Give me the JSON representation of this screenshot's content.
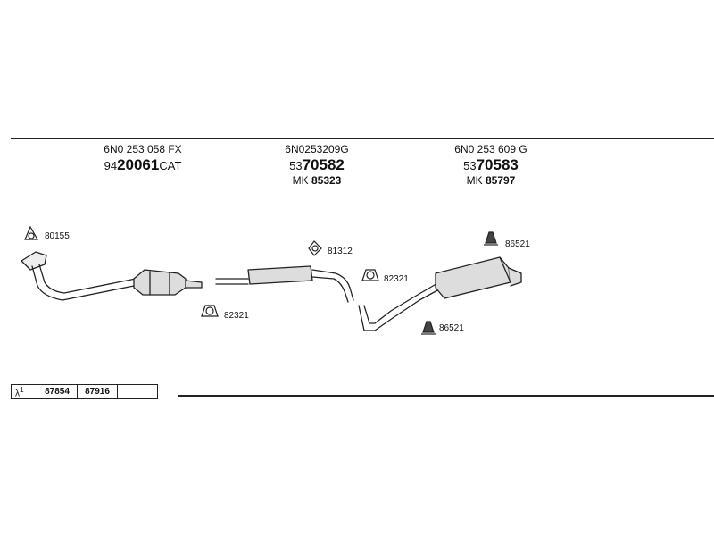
{
  "headers": [
    {
      "oe": "6N0 253 058 FX",
      "art_prefix": "94",
      "art_main": "20061",
      "art_suffix": "CAT",
      "mk_label": "",
      "mk_value": ""
    },
    {
      "oe": "6N0253209G",
      "art_prefix": "53",
      "art_main": "70582",
      "art_suffix": "",
      "mk_label": "MK",
      "mk_value": "85323"
    },
    {
      "oe": "6N0 253 609 G",
      "art_prefix": "53",
      "art_main": "70583",
      "art_suffix": "",
      "mk_label": "MK",
      "mk_value": "85797"
    }
  ],
  "part_labels": {
    "clamp_front": "80155",
    "clamp_mid": "82321",
    "mount_mid": "81312",
    "clamp_rear": "82321",
    "mount_rear_top": "86521",
    "mount_rear_bottom": "86521"
  },
  "footer": {
    "symbol": "λ",
    "sup": "1",
    "codes": [
      "87854",
      "87916"
    ]
  }
}
